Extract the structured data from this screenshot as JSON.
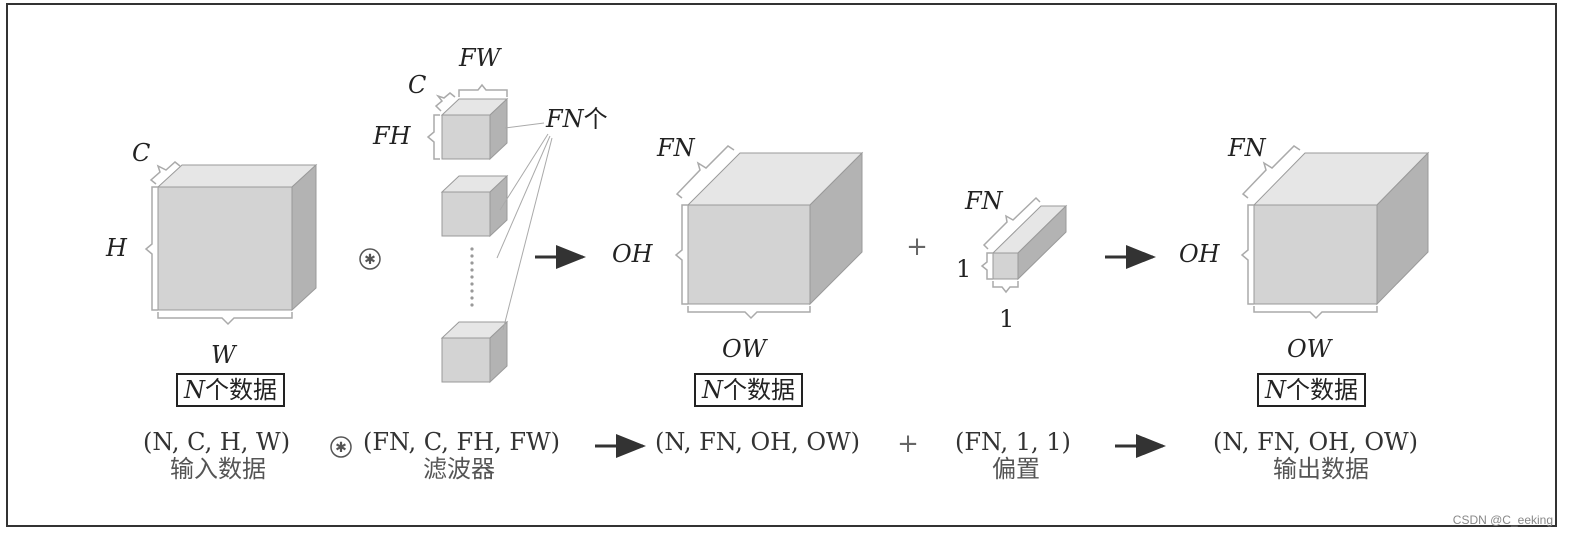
{
  "labels": {
    "input": {
      "C": "C",
      "H": "H",
      "W": "W",
      "caption_n": "N",
      "caption_rest": "个数据"
    },
    "filter": {
      "FW": "FW",
      "C": "C",
      "FH": "FH",
      "count_fn": "FN",
      "count_ge": "个"
    },
    "conv_out": {
      "FN": "FN",
      "OH": "OH",
      "OW": "OW",
      "caption_n": "N",
      "caption_rest": "个数据"
    },
    "bias": {
      "FN": "FN",
      "one_h": "1",
      "one_w": "1"
    },
    "output": {
      "FN": "FN",
      "OH": "OH",
      "OW": "OW",
      "caption_n": "N",
      "caption_rest": "个数据"
    }
  },
  "operators": {
    "conv": "⊛",
    "plus": "+",
    "arrow": "→"
  },
  "shapes": {
    "input": "(N, C, H, W)",
    "filter": "(FN, C, FH, FW)",
    "conv_out": "(N, FN, OH, OW)",
    "bias": "(FN, 1, 1)",
    "output": "(N, FN, OH, OW)"
  },
  "captions": {
    "input": "输入数据",
    "filter": "滤波器",
    "bias": "偏置",
    "output": "输出数据"
  },
  "watermark": "CSDN @C_eeking",
  "colors": {
    "cube_front": "#d3d3d3",
    "cube_top": "#e6e6e6",
    "cube_side": "#b3b3b3",
    "stroke": "#999999",
    "bracket": "#aaaaaa"
  }
}
